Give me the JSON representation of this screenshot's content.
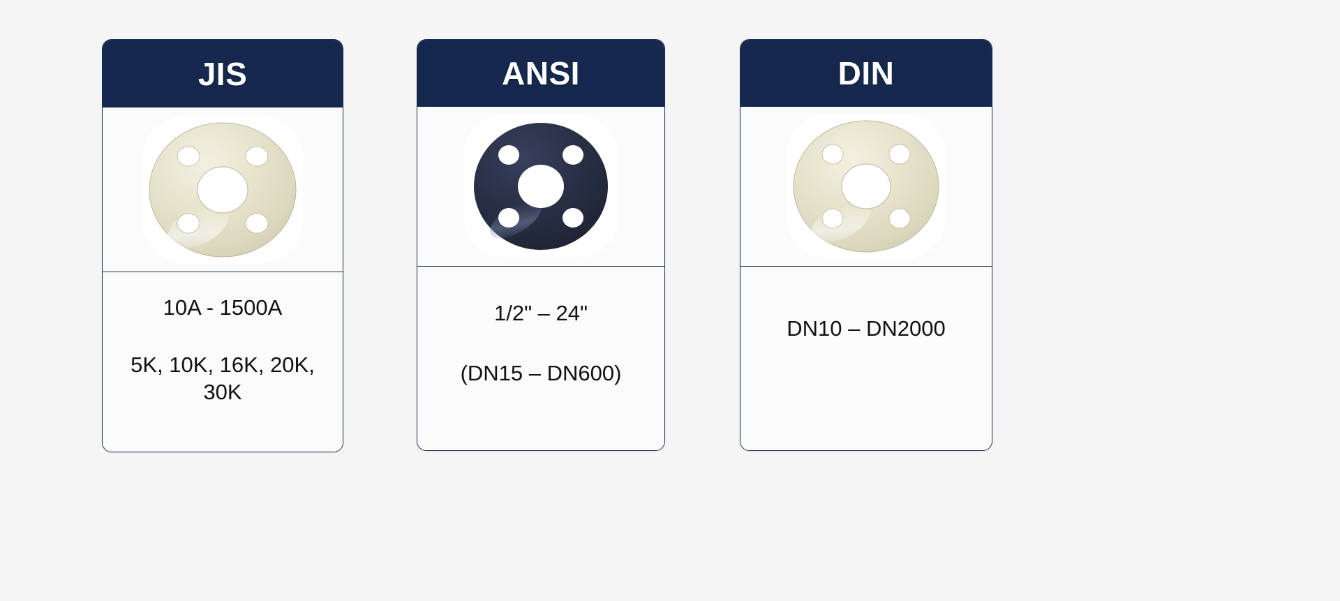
{
  "page": {
    "background_color": "#f5f5f6",
    "accent_navy": "#16284e",
    "card_border_color": "#1c2f54",
    "text_color": "#111111"
  },
  "cards": [
    {
      "id": "jis",
      "title": "JIS",
      "image": {
        "icon_name": "flange-disc-icon",
        "material_color": "#e3e0c9",
        "description": "cream colored flange disc with four bolt holes"
      },
      "spec_lines": [
        "10A - 1500A",
        "5K, 10K, 16K, 20K, 30K"
      ]
    },
    {
      "id": "ansi",
      "title": "ANSI",
      "image": {
        "icon_name": "flange-disc-icon",
        "material_color": "#262d42",
        "description": "dark navy flange disc with four bolt holes"
      },
      "spec_lines": [
        "1/2\" – 24\"",
        "(DN15 – DN600)"
      ]
    },
    {
      "id": "din",
      "title": "DIN",
      "image": {
        "icon_name": "flange-disc-icon",
        "material_color": "#e3e0c9",
        "description": "cream colored flange disc with four bolt holes"
      },
      "spec_lines": [
        "DN10 – DN2000"
      ]
    }
  ]
}
